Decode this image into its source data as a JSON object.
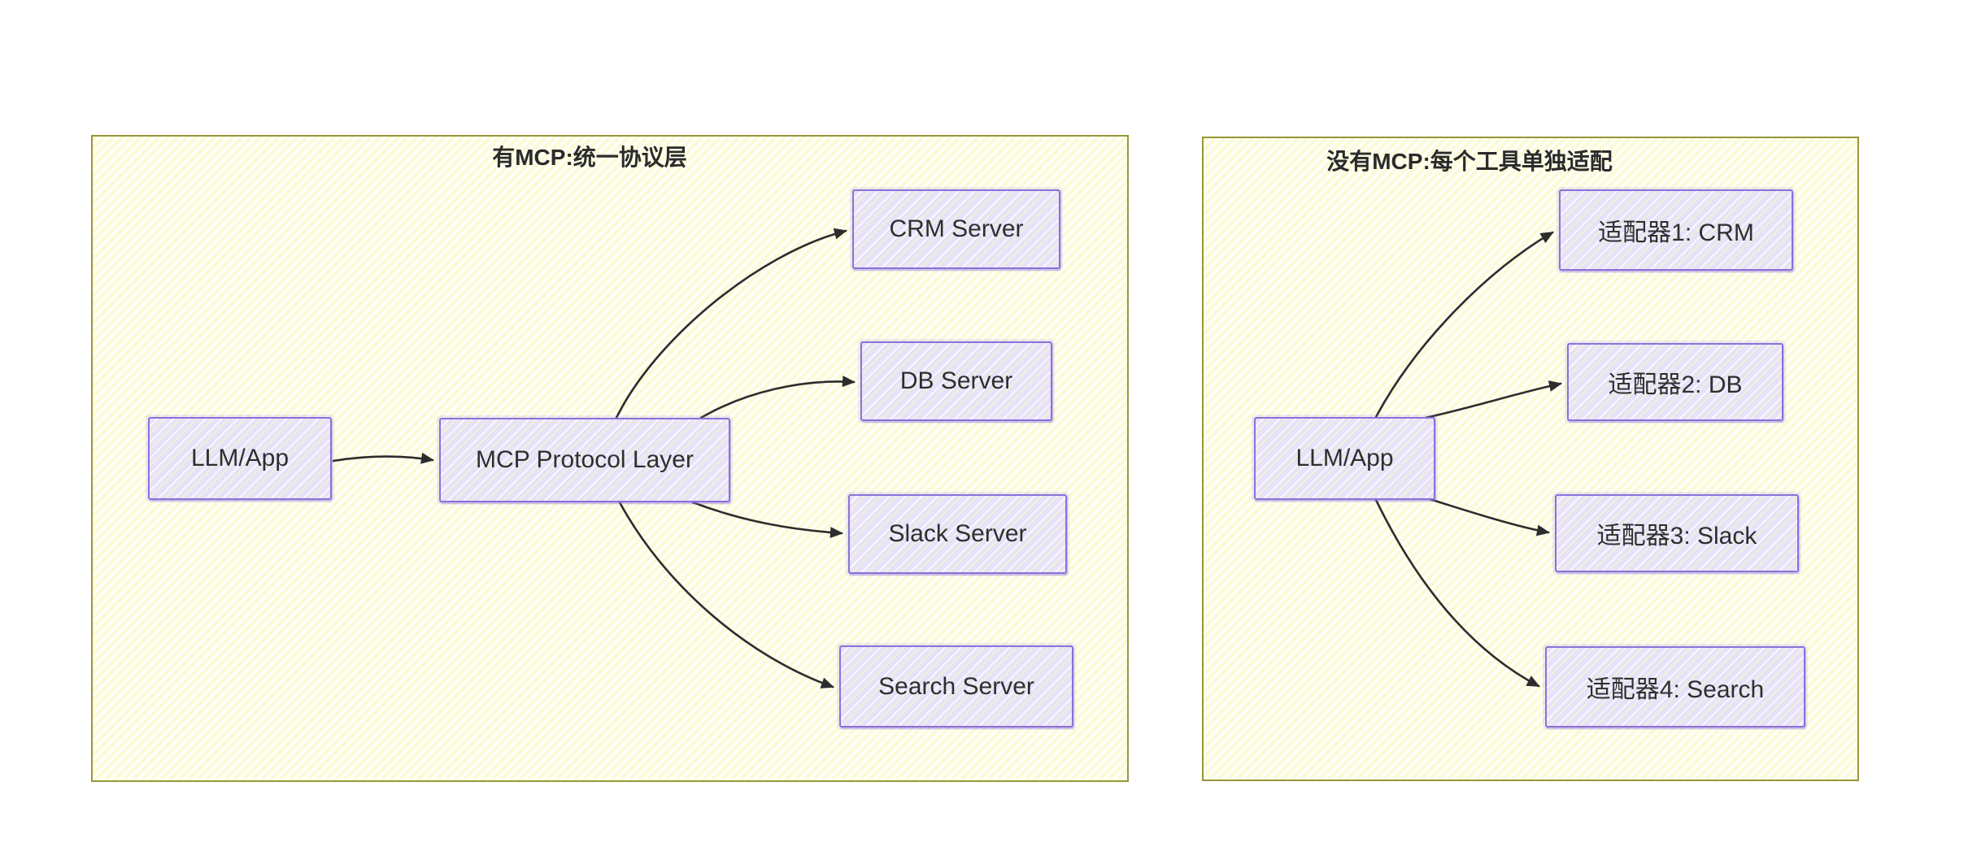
{
  "diagram": {
    "kind": "flowchart-comparison",
    "style": "hand-drawn",
    "colors": {
      "canvas_background": "#ffffff",
      "panel_fill": "#fbfbd9",
      "panel_border": "#97973a",
      "node_fill": "#e6e2f9",
      "node_border": "#8b70da",
      "text": "#2e2e2e",
      "edge": "#2d2d2d"
    },
    "left_panel": {
      "title": "有MCP:统一协议层",
      "nodes": {
        "llm": "LLM/App",
        "mcp": "MCP Protocol Layer",
        "crm": "CRM Server",
        "db": "DB Server",
        "slack": "Slack Server",
        "search": "Search Server"
      },
      "edges": [
        {
          "from": "LLM/App",
          "to": "MCP Protocol Layer"
        },
        {
          "from": "MCP Protocol Layer",
          "to": "CRM Server"
        },
        {
          "from": "MCP Protocol Layer",
          "to": "DB Server"
        },
        {
          "from": "MCP Protocol Layer",
          "to": "Slack Server"
        },
        {
          "from": "MCP Protocol Layer",
          "to": "Search Server"
        }
      ]
    },
    "right_panel": {
      "title": "没有MCP:每个工具单独适配",
      "nodes": {
        "llm": "LLM/App",
        "adapter1": "适配器1: CRM",
        "adapter2": "适配器2: DB",
        "adapter3": "适配器3: Slack",
        "adapter4": "适配器4: Search"
      },
      "edges": [
        {
          "from": "LLM/App",
          "to": "适配器1: CRM"
        },
        {
          "from": "LLM/App",
          "to": "适配器2: DB"
        },
        {
          "from": "LLM/App",
          "to": "适配器3: Slack"
        },
        {
          "from": "LLM/App",
          "to": "适配器4: Search"
        }
      ]
    }
  }
}
